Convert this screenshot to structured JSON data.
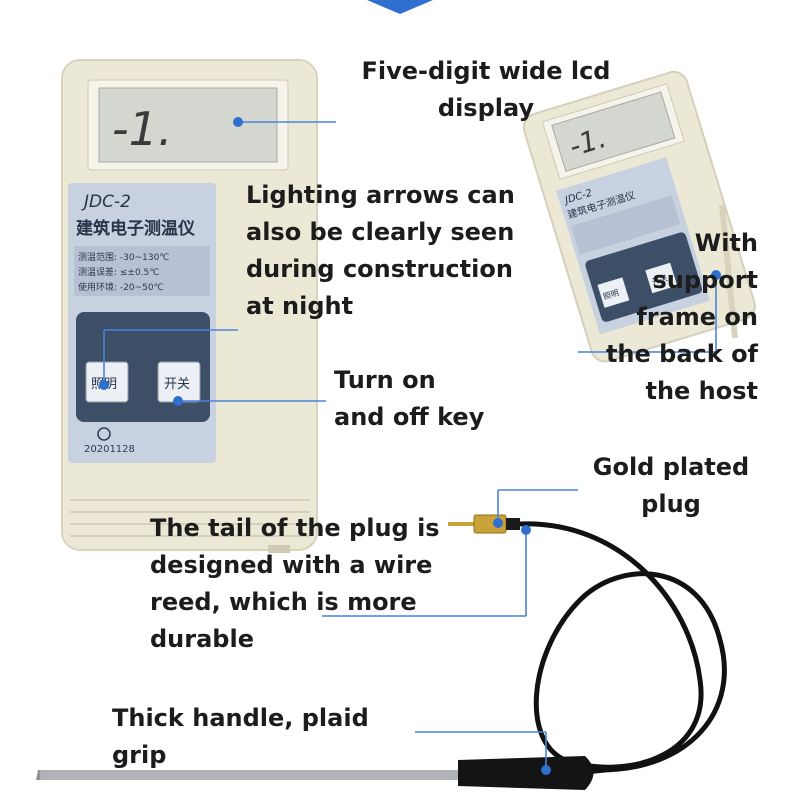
{
  "device": {
    "model": "JDC-2",
    "name": "建筑电子测温仪",
    "spec_range": "测温范围: -30~130℃",
    "spec_error": "测温误差: ≤±0.5℃",
    "spec_env": "使用环境: -20~50℃",
    "btn_light": "照明",
    "btn_power": "开关",
    "serial": "20201128",
    "lcd_reading": "-1."
  },
  "annotations": {
    "lcd": "Five-digit wide lcd\ndisplay",
    "lighting": "Lighting arrows can\nalso be clearly seen\nduring construction\nat night",
    "support": "With\nsupport\nframe on\nthe back of\nthe host",
    "onoff": "Turn on\nand off key",
    "plug": "Gold plated\nplug",
    "tail": "The tail of the plug is\ndesigned with a wire\nreed, which is more\ndurable",
    "handle": "Thick handle, plaid\ngrip"
  },
  "colors": {
    "accent": "#2f6fd0",
    "device_body": "#ece8d6",
    "lcd_screen": "#d4d6d0",
    "panel": "#b9c5d6",
    "button_area": "#3d4f66",
    "cable": "#111111",
    "probe": "#b0b3b6",
    "plug": "#c9a23a"
  }
}
